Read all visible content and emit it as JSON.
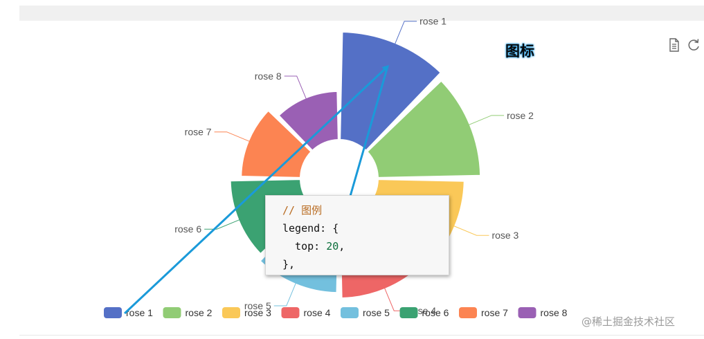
{
  "chart_data": {
    "type": "pie",
    "rose_type": "area",
    "legend_position": "bottom",
    "series": [
      {
        "name": "rose 1",
        "value": 40,
        "color": "#5470c6"
      },
      {
        "name": "rose 2",
        "value": 38,
        "color": "#91cc75"
      },
      {
        "name": "rose 3",
        "value": 32,
        "color": "#fac858"
      },
      {
        "name": "rose 4",
        "value": 30,
        "color": "#ee6666"
      },
      {
        "name": "rose 5",
        "value": 28,
        "color": "#73c0de"
      },
      {
        "name": "rose 6",
        "value": 26,
        "color": "#3ba272"
      },
      {
        "name": "rose 7",
        "value": 22,
        "color": "#fc8452"
      },
      {
        "name": "rose 8",
        "value": 18,
        "color": "#9a60b4"
      }
    ]
  },
  "annotation": {
    "title": "图标",
    "arrow_color": "#1a9ad9"
  },
  "code_callout": {
    "line1": "// 图例",
    "line2": "legend: {",
    "line3_key": "  top: ",
    "line3_num": "20",
    "line3_end": ",",
    "line4": "},"
  },
  "toolbox": {
    "items": [
      {
        "icon": "data-view-icon"
      },
      {
        "icon": "restore-icon"
      }
    ]
  },
  "watermark": "@稀土掘金技术社区"
}
